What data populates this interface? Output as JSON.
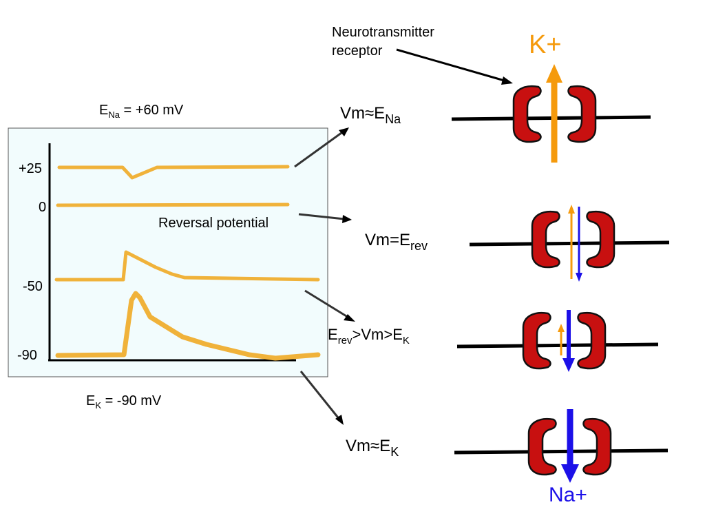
{
  "panel": {
    "e_na": {
      "base": "E",
      "sub": "Na",
      "rest": " = +60 mV"
    },
    "e_k": {
      "base": "E",
      "sub": "K",
      "rest": " = -90 mV"
    },
    "ticks": [
      "+25",
      "0",
      "-50",
      "-90"
    ],
    "reversal_label": "Reversal potential"
  },
  "states": [
    {
      "base": "Vm≈E",
      "sub": "Na",
      "tail": ""
    },
    {
      "base": "Vm=E",
      "sub": "rev",
      "tail": ""
    },
    {
      "base": "E",
      "sub": "rev",
      "tail": ">Vm>E",
      "sub2": "K"
    },
    {
      "base": "Vm≈E",
      "sub": "K",
      "tail": ""
    }
  ],
  "receptor_label": [
    "Neurotransmitter",
    "receptor"
  ],
  "ions": {
    "k": "K+",
    "na": "Na+"
  },
  "colors": {
    "panel_bg": "#F2FCFD",
    "trace": "#F0B23A",
    "k_arrow": "#F59A0C",
    "na_arrow": "#1C10E8",
    "channel": "#C81010"
  }
}
